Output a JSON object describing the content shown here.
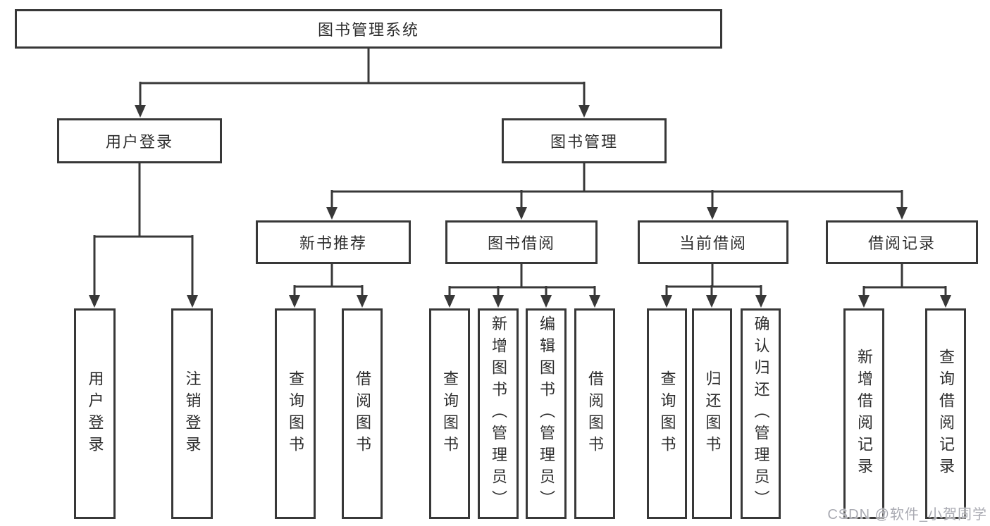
{
  "colors": {
    "background": "#ffffff",
    "line": "#383838",
    "box_border": "#383838",
    "text": "#2d2d2d",
    "watermark": "#a9aab2"
  },
  "nodes": {
    "root": {
      "label": "图书管理系统"
    },
    "user_login": {
      "label": "用户登录"
    },
    "book_mgmt": {
      "label": "图书管理"
    },
    "new_book_rec": {
      "label": "新书推荐"
    },
    "book_borrow": {
      "label": "图书借阅"
    },
    "current_borrow": {
      "label": "当前借阅"
    },
    "borrow_record": {
      "label": "借阅记录"
    },
    "login_leaf": {
      "label": "用户登录"
    },
    "logout_leaf": {
      "label": "注销登录"
    },
    "rec_query": {
      "label": "查询图书"
    },
    "rec_borrow": {
      "label": "借阅图书"
    },
    "bb_query": {
      "label": "查询图书"
    },
    "bb_add": {
      "label": "新增图书（管理员）"
    },
    "bb_edit": {
      "label": "编辑图书（管理员）"
    },
    "bb_borrow": {
      "label": "借阅图书"
    },
    "cb_query": {
      "label": "查询图书"
    },
    "cb_return": {
      "label": "归还图书"
    },
    "cb_confirm": {
      "label": "确认归还（管理员）"
    },
    "br_add": {
      "label": "新增借阅记录"
    },
    "br_query": {
      "label": "查询借阅记录"
    }
  },
  "hierarchy": {
    "图书管理系统": [
      "用户登录",
      "图书管理"
    ],
    "用户登录": [
      "用户登录",
      "注销登录"
    ],
    "图书管理": [
      "新书推荐",
      "图书借阅",
      "当前借阅",
      "借阅记录"
    ],
    "新书推荐": [
      "查询图书",
      "借阅图书"
    ],
    "图书借阅": [
      "查询图书",
      "新增图书（管理员）",
      "编辑图书（管理员）",
      "借阅图书"
    ],
    "当前借阅": [
      "查询图书",
      "归还图书",
      "确认归还（管理员）"
    ],
    "借阅记录": [
      "新增借阅记录",
      "查询借阅记录"
    ]
  },
  "watermark": {
    "text": "CSDN @软件_小贺同学"
  }
}
